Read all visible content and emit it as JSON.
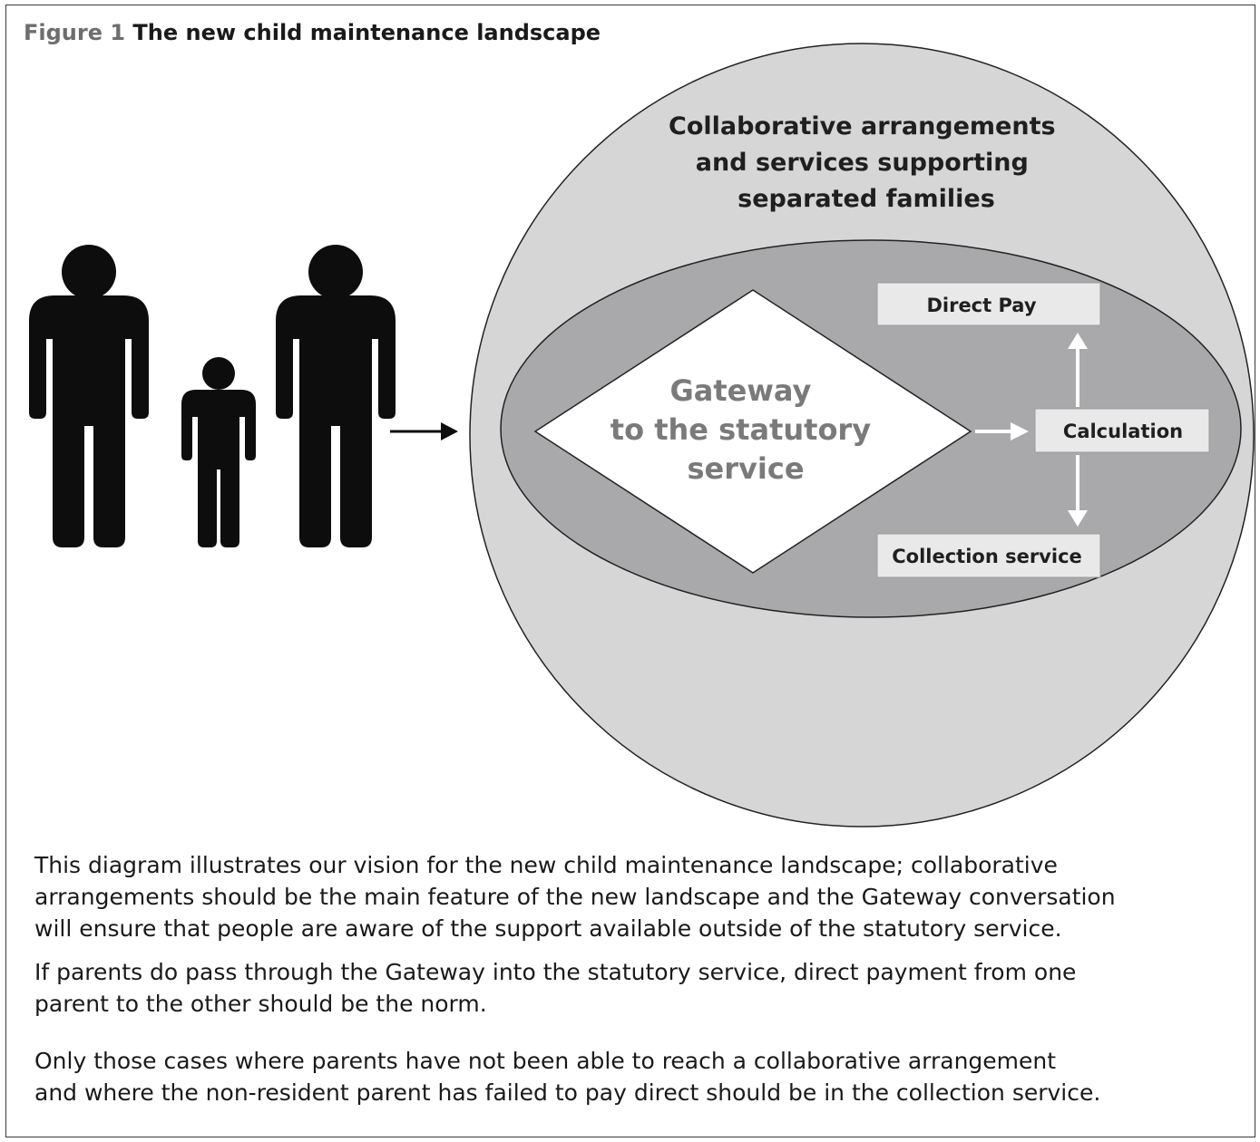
{
  "figure": {
    "number": "Figure 1",
    "title": "The new child maintenance landscape"
  },
  "diagram": {
    "outer_label": [
      "Collaborative arrangements",
      "and services supporting",
      "separated families"
    ],
    "gateway_label": [
      "Gateway",
      "to the statutory",
      "service"
    ],
    "boxes": {
      "direct_pay": "Direct Pay",
      "calculation": "Calculation",
      "collection": "Collection service"
    },
    "figures": [
      "adult",
      "child",
      "adult"
    ],
    "icons": [
      "adult-figure-icon",
      "child-figure-icon",
      "arrow-right-icon",
      "arrow-up-icon",
      "arrow-down-icon"
    ],
    "colors": {
      "outer_circle": "#d6d6d7",
      "inner_ellipse": "#a9a9ab",
      "gateway": "#ffffff",
      "box": "#e9e9e9",
      "figure": "#0d0d0d"
    }
  },
  "caption": {
    "paragraph_1": [
      "This diagram illustrates our vision for the new child maintenance landscape; collaborative",
      "arrangements should be the main feature of the new landscape and the Gateway conversation",
      "will ensure that people are aware of the support available outside of the statutory service."
    ],
    "paragraph_2": [
      "If parents do pass through the Gateway into the statutory service, direct payment from one",
      "parent to the other should be the norm."
    ],
    "paragraph_3": [
      "Only those cases where parents have not been able to reach a collaborative arrangement",
      "and where the non-resident parent has failed to pay direct should be in the collection service."
    ]
  }
}
